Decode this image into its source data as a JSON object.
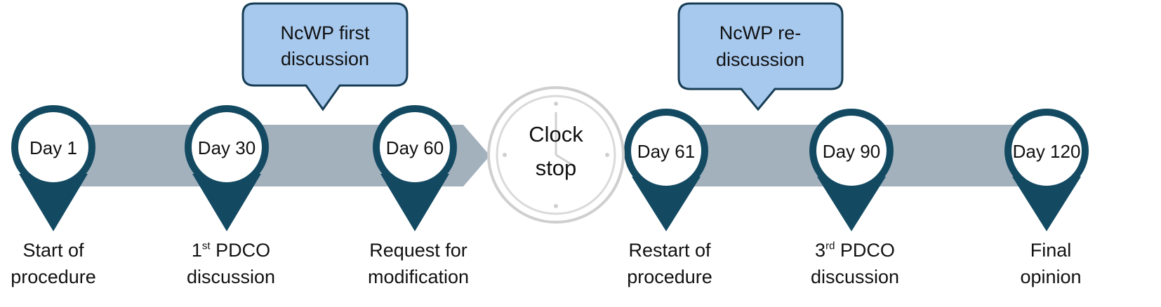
{
  "callouts": [
    {
      "line1": "NcWP first",
      "line2": "discussion"
    },
    {
      "line1": "NcWP re-",
      "line2": "discussion"
    }
  ],
  "milestones": [
    {
      "day": "Day 1"
    },
    {
      "day": "Day 30"
    },
    {
      "day": "Day 60"
    },
    {
      "day": "Day 61"
    },
    {
      "day": "Day 90"
    },
    {
      "day": "Day 120"
    }
  ],
  "clock": {
    "line1": "Clock",
    "line2": "stop"
  },
  "captions": [
    {
      "line1": "Start of",
      "line2": "procedure"
    },
    {
      "line1_pre": "1",
      "line1_sup": "st",
      "line1_post": " PDCO",
      "line2": "discussion"
    },
    {
      "line1": "Request for",
      "line2": "modification"
    },
    {
      "line1": "Restart of",
      "line2": "procedure"
    },
    {
      "line1_pre": "3",
      "line1_sup": "rd",
      "line1_post": " PDCO",
      "line2": "discussion"
    },
    {
      "line1": "Final",
      "line2": "opinion"
    }
  ],
  "colors": {
    "pin": "#134a62",
    "band": "#a3b1bd",
    "callout_fill": "#a7c9ee",
    "callout_stroke": "#173d55",
    "clock_ring": "#cfcfcf"
  }
}
